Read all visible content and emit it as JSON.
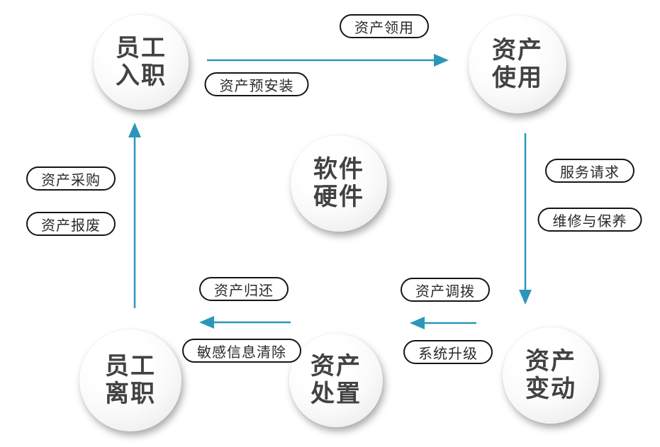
{
  "colors": {
    "arrow": "#2a97ba",
    "node_text": "#424242",
    "pill_border": "#151515",
    "pill_text": "#2a2a2a"
  },
  "nodes": {
    "employee_onboarding": {
      "line1": "员工",
      "line2": "入职"
    },
    "asset_usage": {
      "line1": "资产",
      "line2": "使用"
    },
    "software_hardware": {
      "line1": "软件",
      "line2": "硬件"
    },
    "asset_change": {
      "line1": "资产",
      "line2": "变动"
    },
    "asset_disposal": {
      "line1": "资产",
      "line2": "处置"
    },
    "employee_departure": {
      "line1": "员工",
      "line2": "离职"
    }
  },
  "labels": {
    "asset_collection": "资产领用",
    "asset_preinstall": "资产预安装",
    "service_request": "服务请求",
    "repair_maintenance": "维修与保养",
    "asset_procurement": "资产采购",
    "asset_scrap": "资产报废",
    "asset_return": "资产归还",
    "sensitive_info_clear": "敏感信息清除",
    "asset_transfer": "资产调拨",
    "system_upgrade": "系统升级"
  }
}
